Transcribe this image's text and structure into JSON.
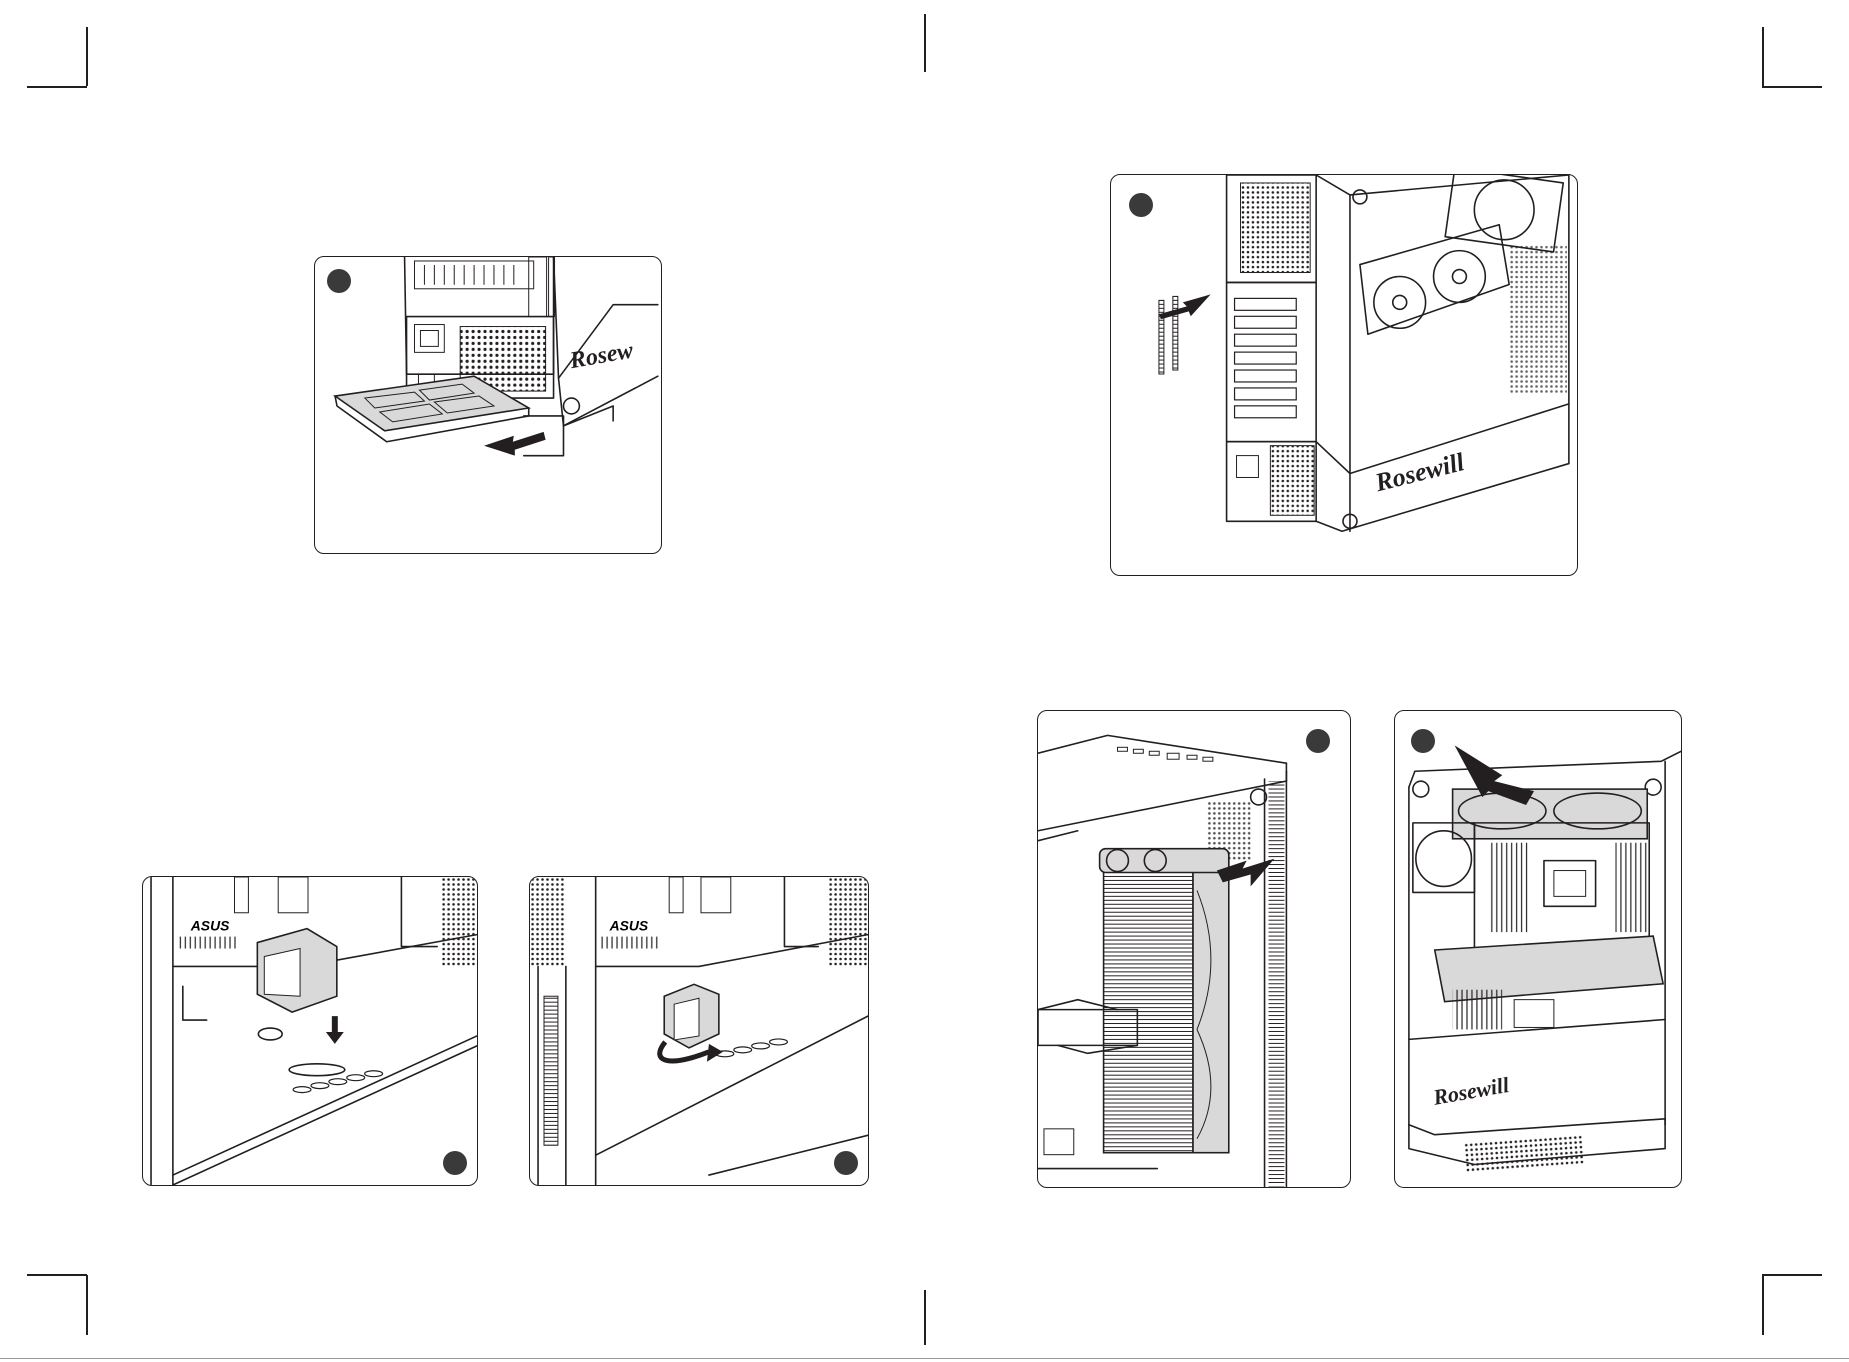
{
  "brand": {
    "logo_text": "Rosewill",
    "logo_short": "Rosew"
  },
  "board_label": "ASUS",
  "illustrations": [
    {
      "id": "psu-dust-filter",
      "action": "slide filter out"
    },
    {
      "id": "rear-pcie-slots",
      "action": "remove slot covers"
    },
    {
      "id": "ssd-bracket-place",
      "action": "place bracket"
    },
    {
      "id": "ssd-bracket-rotate",
      "action": "rotate to lock"
    },
    {
      "id": "front-radiator",
      "action": "mount radiator"
    },
    {
      "id": "top-fan",
      "action": "mount top fans"
    }
  ],
  "colors": {
    "ink": "#231f20",
    "fill": "#d9d9d9",
    "badge": "#3a3a3a"
  }
}
